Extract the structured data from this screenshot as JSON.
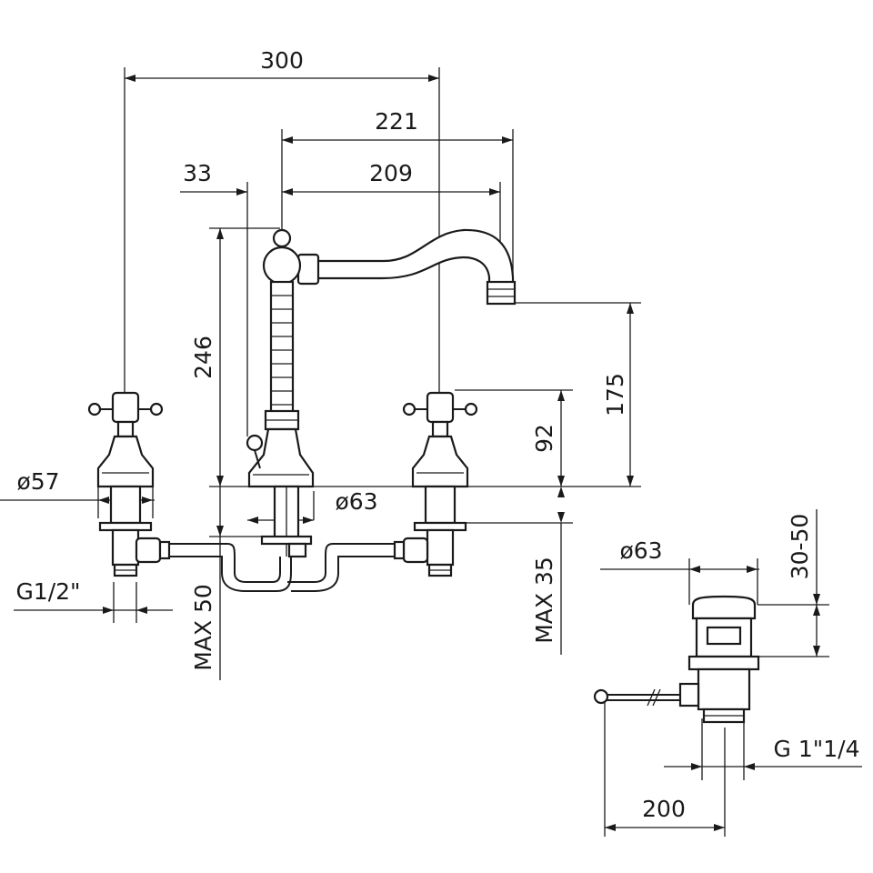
{
  "drawing": {
    "dimensions": {
      "width_total": "300",
      "spout_reach": "221",
      "spout_offset": "33",
      "spout_projection": "209",
      "spout_height": "246",
      "outlet_height": "175",
      "handle_height": "92",
      "handle_diameter": "ø57",
      "base_diameter": "ø63",
      "inlet_thread": "G1/2\"",
      "max_under_left": "MAX 50",
      "max_under_right": "MAX 35",
      "waste_diameter": "ø63",
      "waste_height": "30-50",
      "waste_thread": "G 1\"1/4",
      "waste_rod": "200"
    },
    "color": "#1a1a1a"
  }
}
